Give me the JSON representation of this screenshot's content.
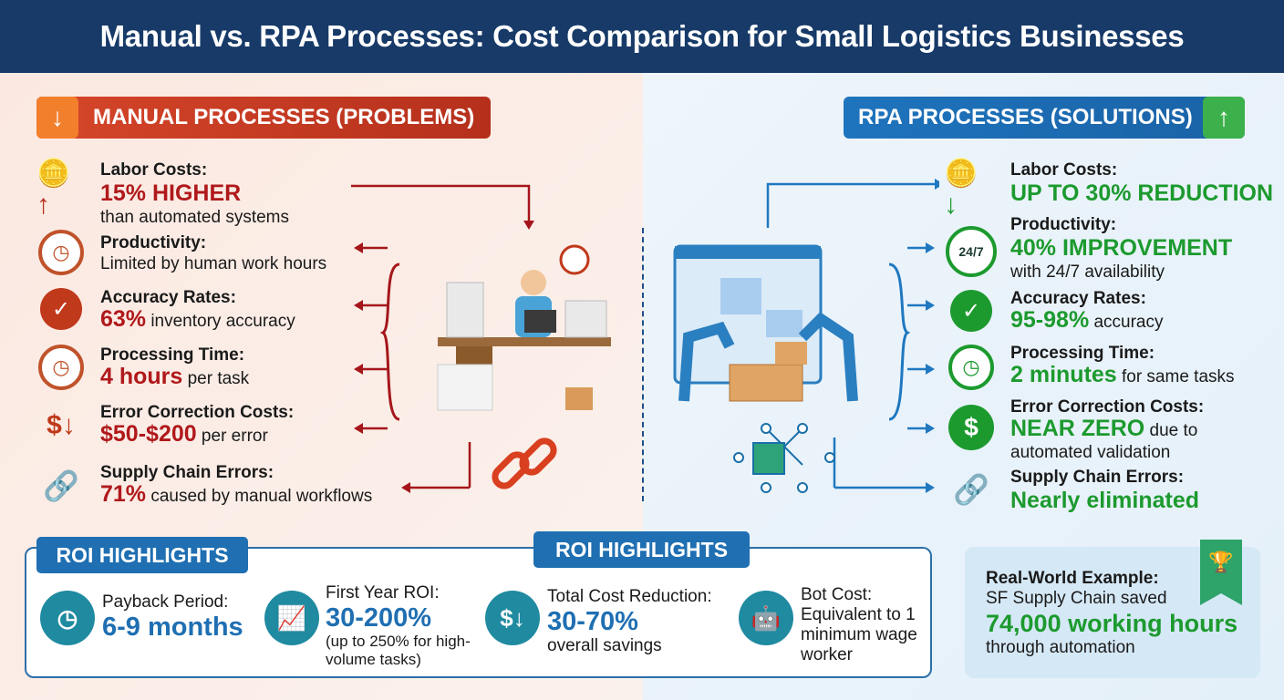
{
  "title": "Manual vs. RPA Processes: Cost Comparison for Small Logistics Businesses",
  "manual": {
    "heading": "MANUAL PROCESSES (PROBLEMS)",
    "color": "#c0391b",
    "items": [
      {
        "icon": "coins-arrow-up-icon",
        "label": "Labor Costs:",
        "value": "15% HIGHER",
        "rest": "than automated systems"
      },
      {
        "icon": "clock-icon",
        "label": "Productivity:",
        "value": "",
        "rest": "Limited by human work hours"
      },
      {
        "icon": "checkmark-icon",
        "label": "Accuracy Rates:",
        "value": "63%",
        "rest": " inventory accuracy"
      },
      {
        "icon": "clock-icon",
        "label": "Processing Time:",
        "value": "4 hours",
        "rest": " per task"
      },
      {
        "icon": "dollar-arrow-down-icon",
        "label": "Error Correction Costs:",
        "value": "$50-$200",
        "rest": " per error"
      },
      {
        "icon": "broken-chain-icon",
        "label": "Supply Chain Errors:",
        "value": "71%",
        "rest": " caused by manual workflows"
      }
    ]
  },
  "rpa": {
    "heading": "RPA PROCESSES (SOLUTIONS)",
    "color": "#1e6fb8",
    "items": [
      {
        "icon": "coins-arrow-down-icon",
        "label": "Labor Costs:",
        "value": "UP TO 30% REDUCTION",
        "rest": ""
      },
      {
        "icon": "24-7-icon",
        "label": "Productivity:",
        "value": "40% IMPROVEMENT",
        "rest": "with 24/7 availability",
        "badge": "24/7"
      },
      {
        "icon": "checkmark-icon",
        "label": "Accuracy Rates:",
        "value": "95-98%",
        "rest": " accuracy"
      },
      {
        "icon": "clock-icon",
        "label": "Processing Time:",
        "value": "2 minutes",
        "rest": " for same tasks"
      },
      {
        "icon": "dollar-icon",
        "label": "Error Correction Costs:",
        "value": "NEAR ZERO",
        "rest": " due to automated validation"
      },
      {
        "icon": "chain-icon",
        "label": "Supply Chain Errors:",
        "value": "Nearly eliminated",
        "rest": ""
      }
    ]
  },
  "roi": {
    "tag1": "ROI HIGHLIGHTS",
    "tag2": "ROI HIGHLIGHTS",
    "items": [
      {
        "icon": "history-clock-icon",
        "label": "Payback Period:",
        "value": "6-9 months",
        "note": ""
      },
      {
        "icon": "growth-chart-icon",
        "label": "First Year ROI:",
        "value": "30-200%",
        "note": "(up to 250% for high-volume tasks)"
      },
      {
        "icon": "dollar-down-icon",
        "label": "Total Cost Reduction:",
        "value": "30-70%",
        "note": "overall savings"
      },
      {
        "icon": "robot-icon",
        "label": "Bot Cost:",
        "value": "",
        "note": "Equivalent to 1 minimum wage worker"
      }
    ]
  },
  "example": {
    "label": "Real-World Example:",
    "line": "SF Supply Chain saved",
    "value": "74,000 working hours",
    "rest": "through automation"
  }
}
